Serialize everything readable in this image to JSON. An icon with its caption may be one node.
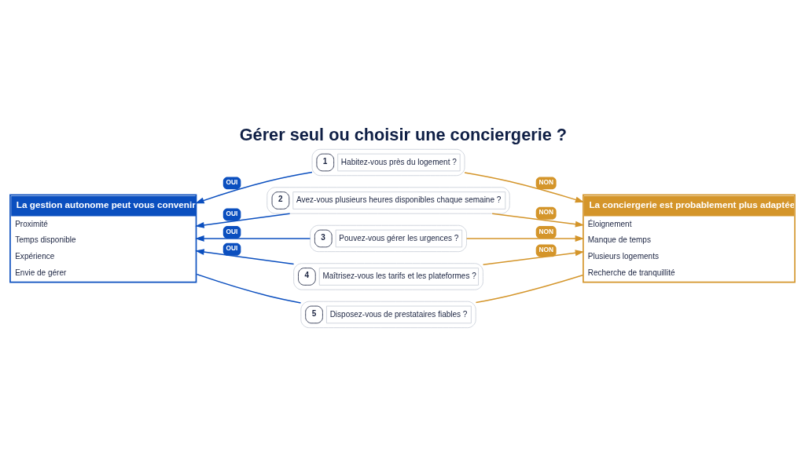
{
  "diagram": {
    "title": "Gérer seul ou choisir une conciergerie ?",
    "nodes": [
      {
        "text": [
          "1",
          "Habitez-vous près du logement ?"
        ]
      },
      {
        "text": [
          "2",
          "Avez-vous plusieurs heures disponibles chaque semaine ?"
        ]
      },
      {
        "text": [
          "3",
          "Pouvez-vous gérer les urgences ?"
        ]
      },
      {
        "text": [
          "4",
          "Maîtrisez-vous les tarifs et les plateformes ?"
        ]
      },
      {
        "text": [
          "5",
          "Disposez-vous de prestataires fiables ?"
        ]
      },
      {
        "text": [
          "La gestion autonome peut vous convenir",
          "Proximité",
          "Temps disponible",
          "Expérience",
          "Envie de gérer"
        ]
      },
      {
        "text": [
          "La conciergerie est probablement plus adaptée",
          "Éloignement",
          "Manque de temps",
          "Plusieurs logements",
          "Recherche de tranquillité"
        ]
      }
    ],
    "edges": [
      {
        "from": 0,
        "to": 5,
        "arrow": "to",
        "label": "OUI",
        "color": "#0b4fbf"
      },
      {
        "from": 1,
        "to": 5,
        "arrow": "to",
        "label": "OUI",
        "color": "#0b4fbf"
      },
      {
        "from": 2,
        "to": 5,
        "arrow": "to",
        "label": "OUI",
        "color": "#0b4fbf"
      },
      {
        "from": 3,
        "to": 5,
        "arrow": "to",
        "label": "OUI",
        "color": "#0b4fbf"
      },
      {
        "from": 0,
        "to": 6,
        "arrow": "to",
        "label": "NON",
        "color": "#d4952a"
      },
      {
        "from": 1,
        "to": 6,
        "arrow": "to",
        "label": "NON",
        "color": "#d4952a"
      },
      {
        "from": 2,
        "to": 6,
        "arrow": "to",
        "label": "NON",
        "color": "#d4952a"
      },
      {
        "from": 3,
        "to": 6,
        "arrow": "to",
        "label": "NON",
        "color": "#d4952a"
      },
      {
        "from": 4,
        "to": 5,
        "arrow": "none",
        "color": "#0b4fbf"
      },
      {
        "from": 4,
        "to": 6,
        "arrow": "none",
        "color": "#d4952a"
      }
    ]
  }
}
